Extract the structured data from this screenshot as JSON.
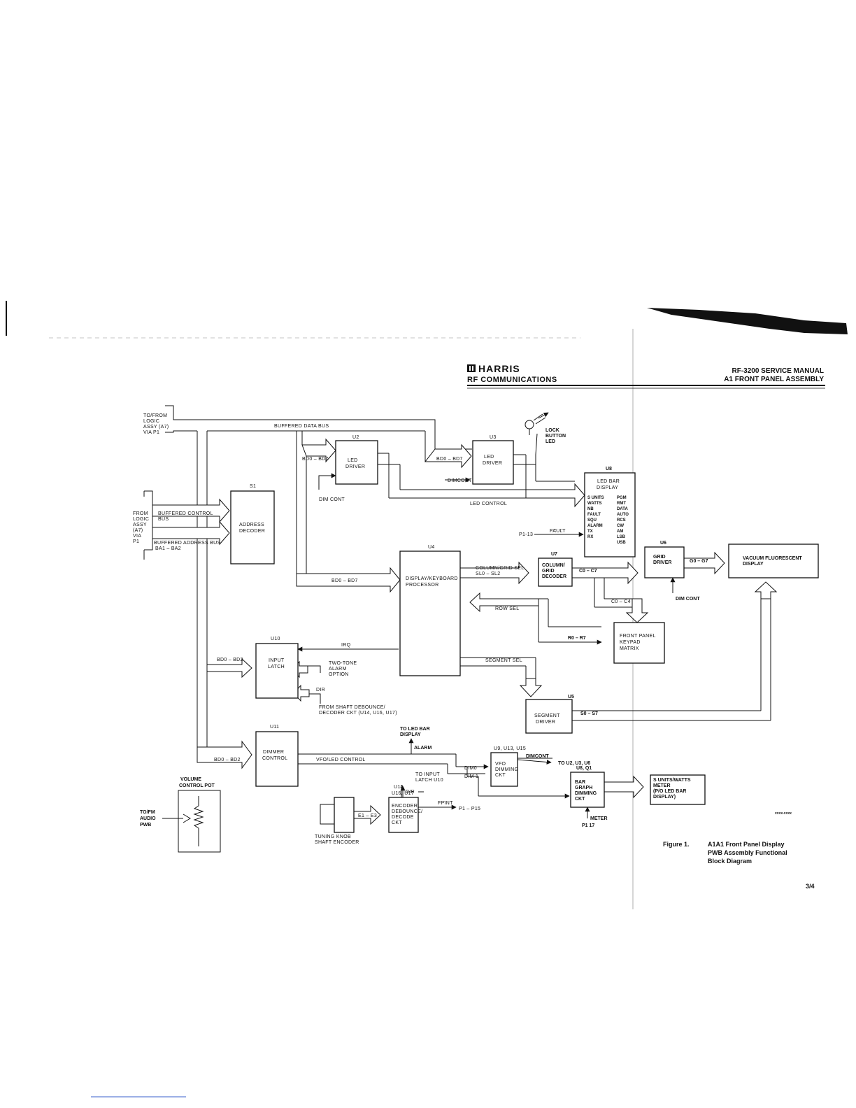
{
  "header": {
    "brand": "HARRIS",
    "division": "RF COMMUNICATIONS",
    "manual": "RF-3200 SERVICE MANUAL",
    "section": "A1 FRONT PANEL ASSEMBLY"
  },
  "caption": {
    "figure": "Figure 1.",
    "line1": "A1A1 Front Panel Display",
    "line2": "PWB Assembly Functional",
    "line3": "Block Diagram"
  },
  "page_number": "3/4",
  "drawing_number": "xxxx-xxxx",
  "diagram": {
    "blocks": {
      "s1_ref": "S1",
      "s1_line1": "ADDRESS",
      "s1_line2": "DECODER",
      "u2_ref": "U2",
      "u2_line1": "LED",
      "u2_line2": "DRIVER",
      "u3_ref": "U3",
      "u3_line1": "LED",
      "u3_line2": "DRIVER",
      "u8_ref": "U8",
      "u8_line1": "LED BAR",
      "u8_line2": "DISPLAY",
      "u8_left": [
        "S UNITS",
        "WATTS",
        "NB",
        "FAULT",
        "SQU",
        "ALARM",
        "TX",
        "RX"
      ],
      "u8_right": [
        "PGM",
        "RMT",
        "DATA",
        "AUTO",
        "RCS",
        "CW",
        "AM",
        "LSB",
        "USB"
      ],
      "u4_ref": "U4",
      "u4_line1": "DISPLAY/KEYBOARD",
      "u4_line2": "PROCESSOR",
      "u7_ref": "U7",
      "u7_line1": "COLUMN/",
      "u7_line2": "GRID",
      "u7_line3": "DECODER",
      "u6_ref": "U6",
      "u6_line1": "GRID",
      "u6_line2": "DRIVER",
      "vfd_line1": "VACUUM FLUORESCENT",
      "vfd_line2": "DISPLAY",
      "keypad_line1": "FRONT PANEL",
      "keypad_line2": "KEYPAD",
      "keypad_line3": "MATRIX",
      "u10_ref": "U10",
      "u10_line1": "INPUT",
      "u10_line2": "LATCH",
      "u5_ref": "U5",
      "u5_line1": "SEGMENT",
      "u5_line2": "DRIVER",
      "u11_ref": "U11",
      "u11_line1": "DIMMER",
      "u11_line2": "CONTROL",
      "vfo_ref": "U9, U13, U15",
      "vfo_line1": "VFO",
      "vfo_line2": "DIMMING",
      "vfo_line3": "CKT",
      "bar_ref": "U8, Q1",
      "bar_line1": "BAR",
      "bar_line2": "GRAPH",
      "bar_line3": "DIMMING",
      "bar_line4": "CKT",
      "meter_line1": "S UNITS/WATTS",
      "meter_line2": "METER",
      "meter_line3": "(P/O LED BAR",
      "meter_line4": "DISPLAY)",
      "enc_ref1": "U14,",
      "enc_ref2": "U16, U17",
      "enc_line1": "ENCODER",
      "enc_line2": "DEBOUNCE/",
      "enc_line3": "DECODE",
      "enc_line4": "CKT"
    },
    "labels": {
      "to_from_1": "TO/FROM",
      "to_from_2": "LOGIC",
      "to_from_3": "ASSY (A7)",
      "to_from_4": "VIA P1",
      "buffered_data_bus": "BUFFERED DATA BUS",
      "from_1": "FROM",
      "from_2": "LOGIC",
      "from_3": "ASSY",
      "from_4": "(A7)",
      "from_5": "VIA",
      "from_6": "P1",
      "buf_ctrl_1": "BUFFERED CONTROL",
      "buf_ctrl_2": "BUS",
      "buf_addr_1": "BUFFERED ADDRESS BUS",
      "buf_addr_2": "BA1 – BA2",
      "bd_u2": "BD0 – BD7",
      "bd_u3": "BD0 – BD7",
      "dimcont": "DIMCONT",
      "dim_cont_u2": "DIM CONT",
      "led_control": "LED CONTROL",
      "lock_1": "LOCK",
      "lock_2": "BUTTON",
      "lock_3": "LED",
      "p1_13": "P1-13",
      "fault": "FAULT",
      "bd_u4": "BD0 – BD7",
      "col_grid_sel_1": "COLUMN/GRID SEL",
      "col_grid_sel_2": "SL0 – SL2",
      "c0_c7": "C0 – C7",
      "c0_c4": "C0 – C4",
      "g0_g7": "G0 – G7",
      "dim_cont_u6": "DIM CONT",
      "row_sel": "ROW SEL",
      "r0_r7": "R0 – R7",
      "irq": "IRQ",
      "two_tone_1": "TWO-TONE",
      "two_tone_2": "ALARM",
      "two_tone_3": "OPTION",
      "dir": "DIR",
      "shaft_1": "FROM SHAFT DEBOUNCE/",
      "shaft_2": "DECODER CKT (U14, U16, U17)",
      "bd_u10": "BD0 – BD2",
      "segment_sel": "SEGMENT SEL",
      "s0_s7": "S0 – S7",
      "to_led_bar_1": "TO LED BAR",
      "to_led_bar_2": "DISPLAY",
      "alarm": "ALARM",
      "bd_u11": "BD0 – BD2",
      "vfo_led_control": "VFO/LED CONTROL",
      "dim0": "DIM0",
      "dim1": "DIM 1",
      "dimcont_out": "DIMCONT",
      "to_u2": "TO U2, U3, U6",
      "to_input_1": "TO INPUT",
      "to_input_2": "LATCH U10",
      "dir_enc": "DIR",
      "volume_1": "VOLUME",
      "volume_2": "CONTROL POT",
      "tofm_1": "TO/FM",
      "tofm_2": "AUDIO",
      "tofm_3": "PWB",
      "e1_e3": "E1 – E3",
      "fpint": "FPINT",
      "p1_p15": "P1 – P15",
      "tuning_1": "TUNING KNOB",
      "tuning_2": "SHAFT ENCODER",
      "meter": "METER",
      "p1_17": "P1 17"
    }
  }
}
